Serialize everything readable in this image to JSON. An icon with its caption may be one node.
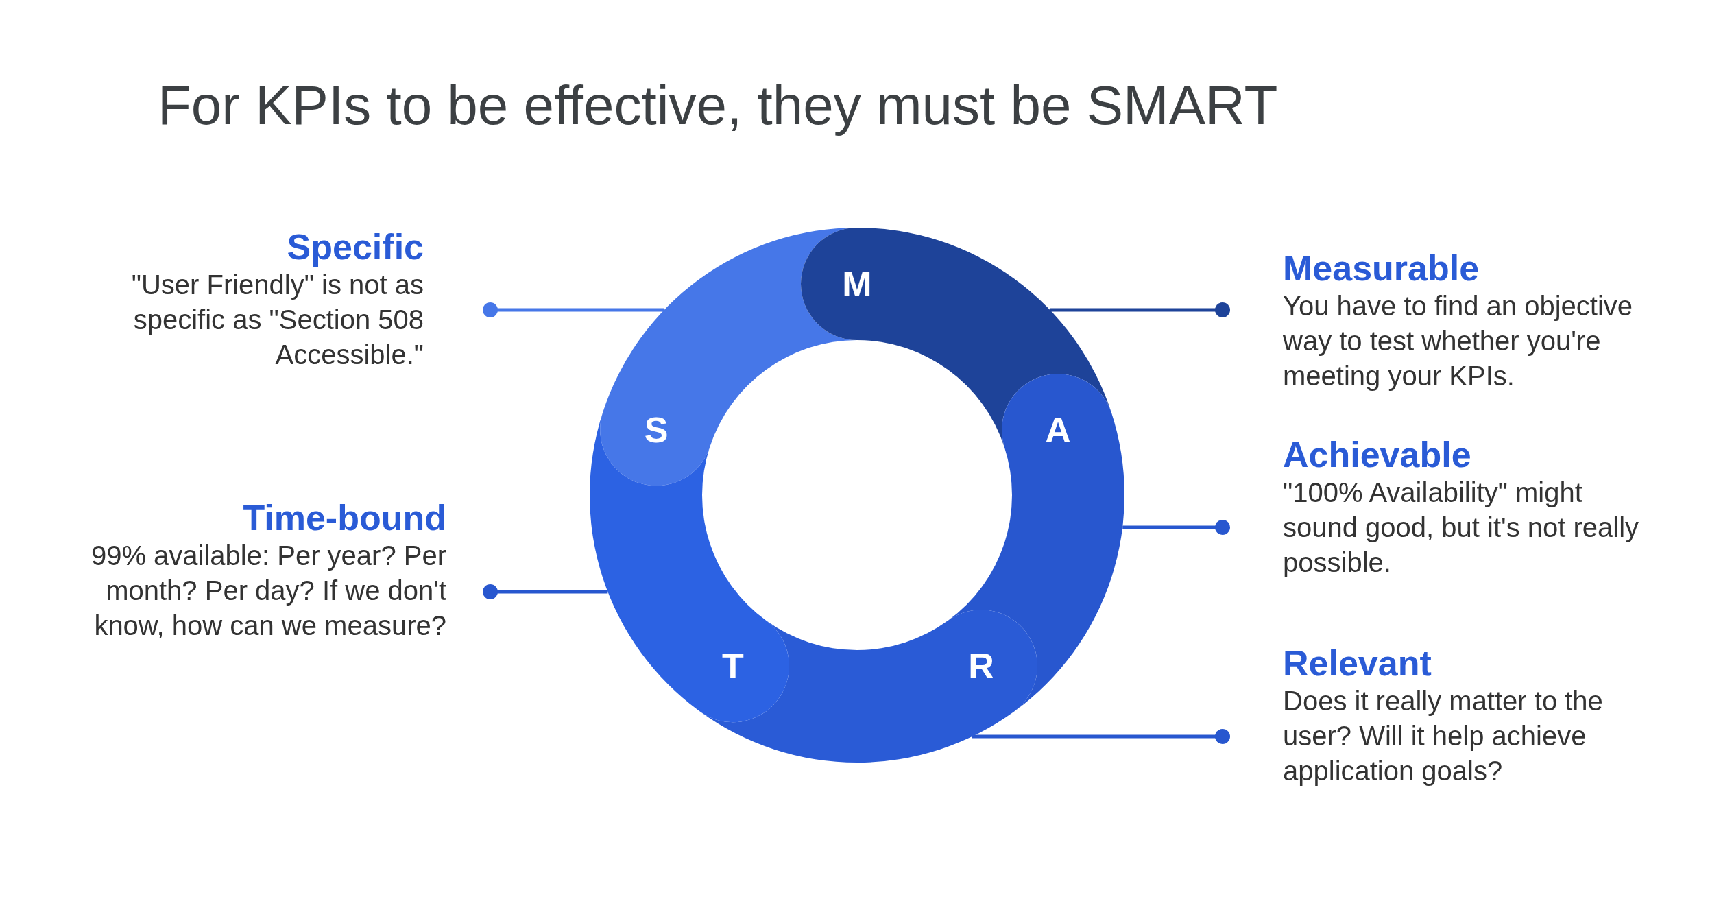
{
  "diagram": {
    "title": "For KPIs to be effective, they must be SMART",
    "nodes": [
      {
        "text": [
          "S"
        ]
      },
      {
        "text": [
          "M"
        ]
      },
      {
        "text": [
          "A"
        ]
      },
      {
        "text": [
          "R"
        ]
      },
      {
        "text": [
          "T"
        ]
      },
      {
        "text": [
          "Specific",
          "\"User Friendly\" is not as specific as \"Section 508 Accessible.\""
        ]
      },
      {
        "text": [
          "Measurable",
          "You have to find an objective way to test whether you're meeting your KPIs."
        ]
      },
      {
        "text": [
          "Achievable",
          "\"100% Availability\" might sound good, but it's not really possible."
        ]
      },
      {
        "text": [
          "Relevant",
          "Does it really matter to the user? Will it help achieve application goals?"
        ]
      },
      {
        "text": [
          "Time-bound",
          "99% available: Per year? Per month? Per day? If we don't know, how can we measure?"
        ]
      }
    ],
    "edges": [
      {
        "from": 0,
        "to": 5,
        "arrow": "other",
        "color": "#4677e8"
      },
      {
        "from": 1,
        "to": 6,
        "arrow": "other",
        "color": "#1e4399"
      },
      {
        "from": 2,
        "to": 7,
        "arrow": "other"
      },
      {
        "from": 3,
        "to": 8,
        "arrow": "other"
      },
      {
        "from": 4,
        "to": 9,
        "arrow": "other"
      }
    ]
  }
}
